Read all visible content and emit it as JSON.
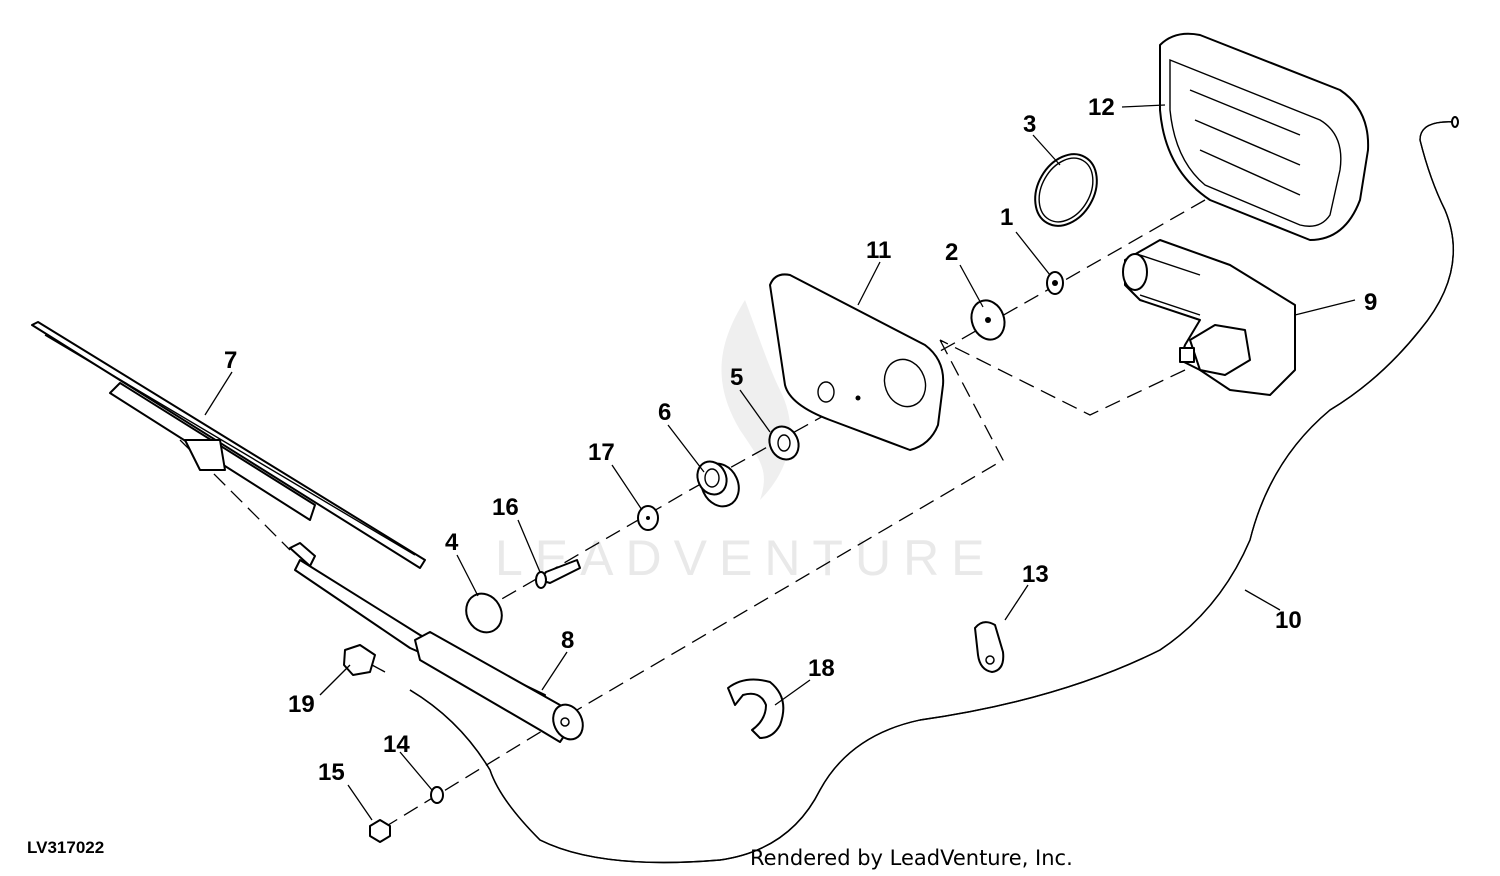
{
  "figure_id": "LV317022",
  "credit": "Rendered by LeadVenture, Inc.",
  "watermark": "LEADVENTURE",
  "callouts": {
    "c1": "1",
    "c2": "2",
    "c3": "3",
    "c4": "4",
    "c5": "5",
    "c6": "6",
    "c7": "7",
    "c8": "8",
    "c9": "9",
    "c10": "10",
    "c11": "11",
    "c12": "12",
    "c13": "13",
    "c14": "14",
    "c15": "15",
    "c16": "16",
    "c17": "17",
    "c18": "18",
    "c19": "19"
  }
}
